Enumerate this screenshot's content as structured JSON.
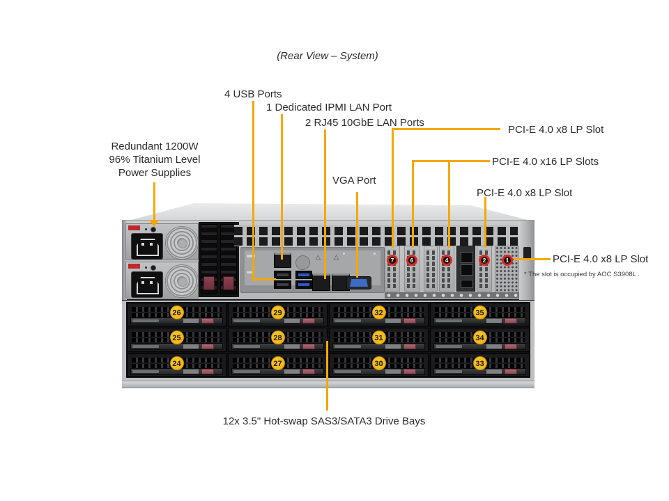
{
  "title": "(Rear View – System)",
  "labels": {
    "usb_ports": "4 USB Ports",
    "ipmi_lan": "1 Dedicated IPMI LAN Port",
    "rj45_lan": "2 RJ45 10GbE LAN Ports",
    "pcie_x8_top": "PCI-E 4.0 x8 LP Slot",
    "pcie_x16": "PCI-E 4.0 x16 LP Slots",
    "pcie_x8_mid": "PCI-E 4.0 x8 LP Slot",
    "vga_port": "VGA Port",
    "psu_line1": "Redundant 1200W",
    "psu_line2": "96% Titanium Level",
    "psu_line3": "Power Supplies",
    "pcie_x8_right": "PCI-E 4.0 x8 LP Slot",
    "pcie_right_note": "* The slot is occupied by AOC S3908L .",
    "drive_bays": "12x 3.5\" Hot-swap SAS3/SATA3 Drive Bays"
  },
  "pci_slots": [
    "7",
    "6",
    "4",
    "2",
    "1"
  ],
  "drive_numbers": [
    [
      "26",
      "29",
      "32",
      "35"
    ],
    [
      "25",
      "28",
      "31",
      "34"
    ],
    [
      "24",
      "27",
      "30",
      "33"
    ]
  ],
  "colors": {
    "callout_line": "#F5A800",
    "badge_yellow": "#F2B31B",
    "slot_ring_red": "#DC291E",
    "chassis_gray": "#BBBCBE"
  }
}
